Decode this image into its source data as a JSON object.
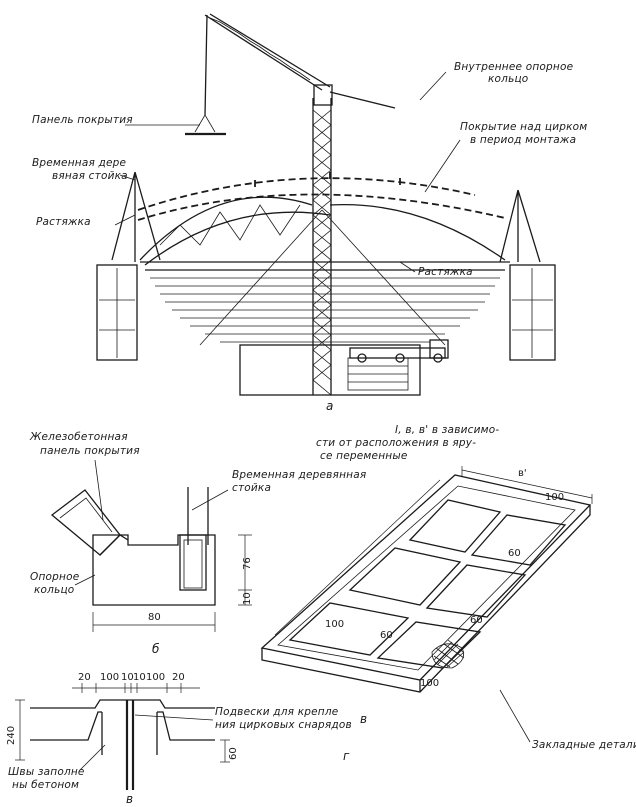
{
  "labels": {
    "inner_ring": [
      "Внутреннее опорное",
      "кольцо"
    ],
    "roof_panel": "Панель покрытия",
    "roof_over_circus": [
      "Покрытие над цирком",
      "в период монтажа"
    ],
    "temp_post_top": [
      "Временная дере",
      "вяная стойка"
    ],
    "brace_left": "Растяжка",
    "brace_right": "Растяжка",
    "fig_a": "а",
    "rc_panel": [
      "Железобетонная",
      "панель покрытия"
    ],
    "variable_dims": [
      "I, в, в' в зависимо-",
      "сти от расположения в яру-",
      "се переменные"
    ],
    "temp_wood_post": [
      "Временная деревянная",
      "стойка"
    ],
    "support_ring": [
      "Опорное",
      "кольцо"
    ],
    "fig_b": "б",
    "fig_v": "в",
    "fig_g": "г",
    "fig_v2": "в",
    "hangers": [
      "Подвески для крепле",
      "ния цирковых снарядов"
    ],
    "joints": [
      "Швы заполне",
      "ны бетоном"
    ],
    "embedded": "Закладные детали"
  },
  "dims": {
    "b_width": "80",
    "b_height1": "76",
    "b_height2": "10",
    "b_prime": "в'",
    "d_top": [
      "20",
      "100",
      "10",
      "10",
      "100",
      "20"
    ],
    "d_left": "240",
    "d_right": "60",
    "panel_100a": "100",
    "panel_60a": "60",
    "panel_60b": "60",
    "panel_100b": "100",
    "panel_60c": "60",
    "panel_100c": "100"
  }
}
